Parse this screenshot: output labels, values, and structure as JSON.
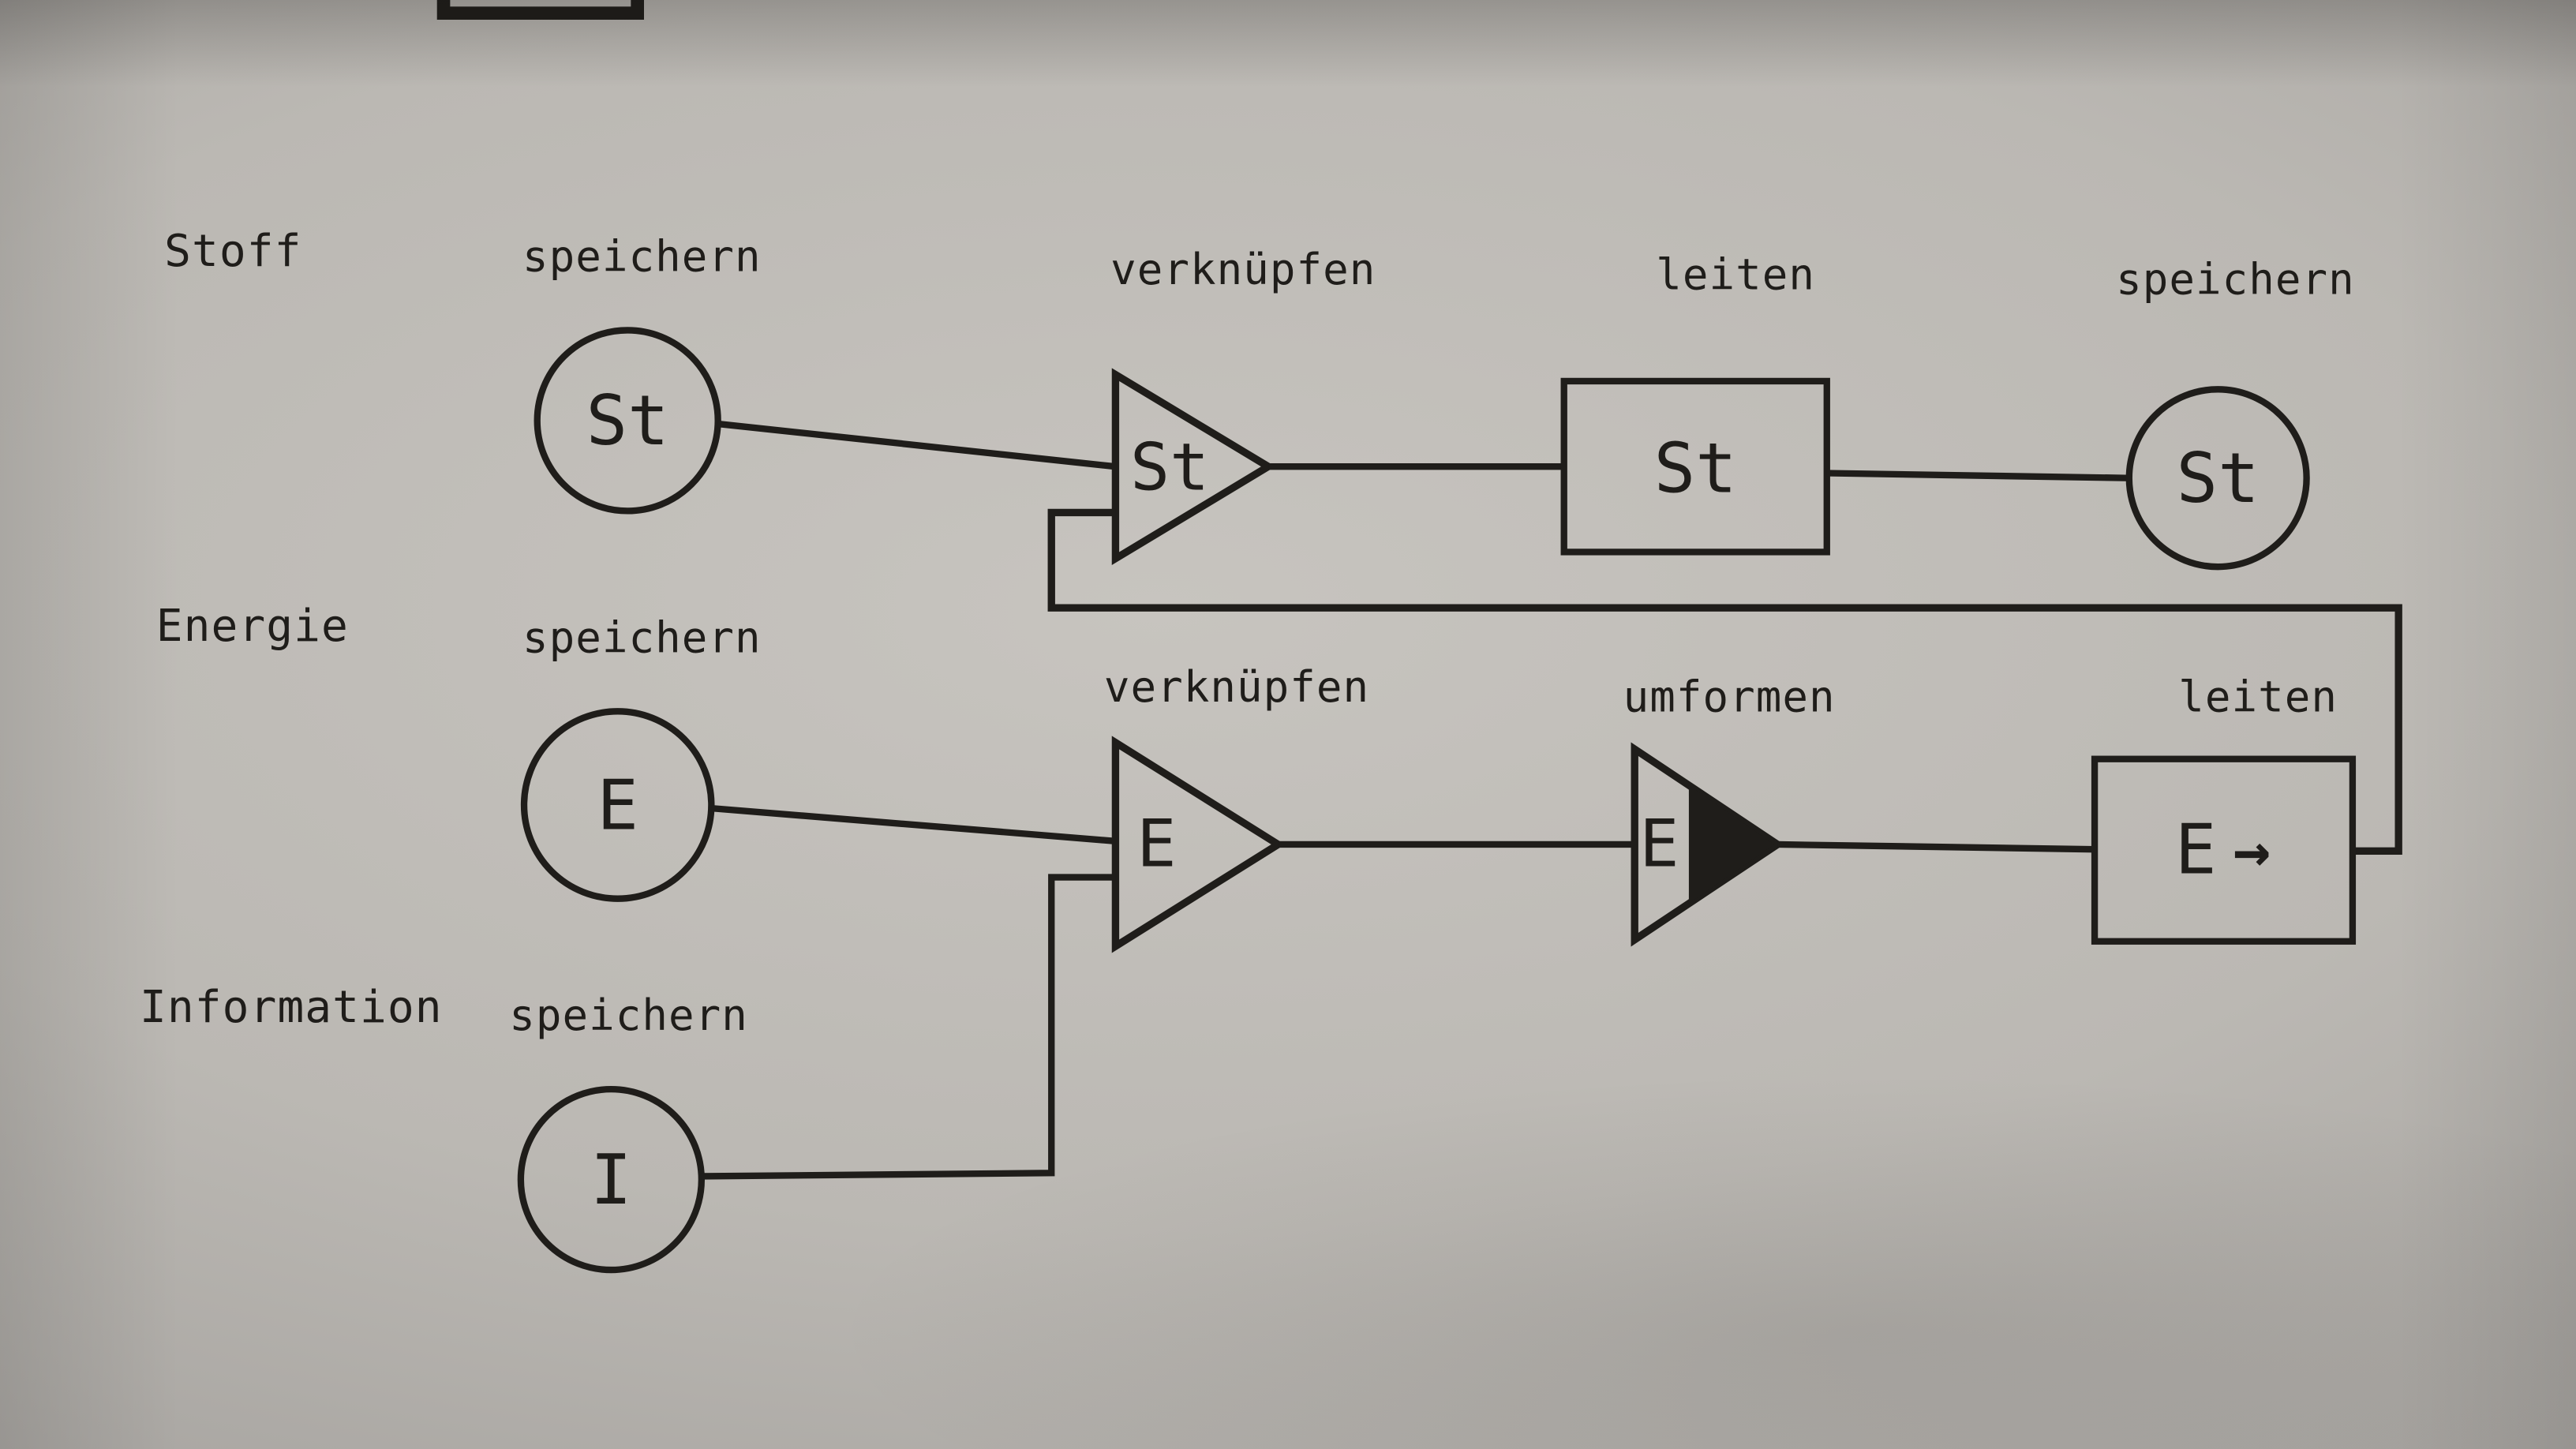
{
  "rows": {
    "stoff": {
      "name": "Stoff",
      "symbol": "St",
      "ops": {
        "store": "speichern",
        "combine": "verknüpfen",
        "conduct": "leiten",
        "store2": "speichern"
      }
    },
    "energie": {
      "name": "Energie",
      "symbol": "E",
      "ops": {
        "store": "speichern",
        "combine": "verknüpfen",
        "transform": "umformen",
        "conduct": "leiten"
      }
    },
    "information": {
      "name": "Information",
      "symbol": "I",
      "ops": {
        "store": "speichern"
      }
    }
  },
  "glyphs": {
    "arrow_right": "→"
  },
  "colors": {
    "ink": "#1f1d1a",
    "paper": "#b9b6b1"
  }
}
